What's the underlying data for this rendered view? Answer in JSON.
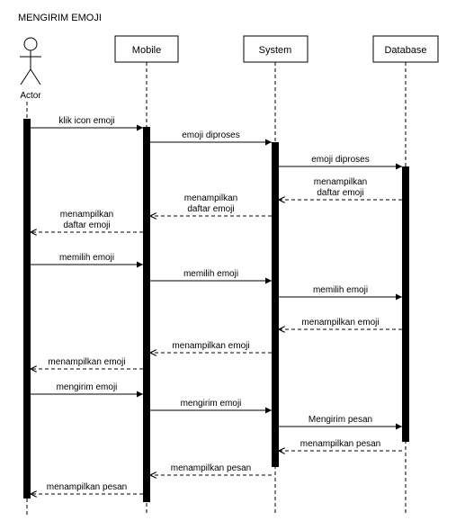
{
  "title": "MENGIRIM EMOJI",
  "actor": {
    "label": "Actor"
  },
  "participants": [
    {
      "id": "mobile",
      "label": "Mobile"
    },
    {
      "id": "system",
      "label": "System"
    },
    {
      "id": "database",
      "label": "Database"
    }
  ],
  "messages": [
    {
      "from": "actor",
      "to": "mobile",
      "kind": "sync",
      "lines": [
        "klik icon emoji"
      ]
    },
    {
      "from": "mobile",
      "to": "system",
      "kind": "sync",
      "lines": [
        "emoji diproses"
      ]
    },
    {
      "from": "system",
      "to": "database",
      "kind": "sync",
      "lines": [
        "emoji diproses"
      ]
    },
    {
      "from": "database",
      "to": "system",
      "kind": "return",
      "lines": [
        "menampilkan",
        "daftar emoji"
      ]
    },
    {
      "from": "system",
      "to": "mobile",
      "kind": "return",
      "lines": [
        "menampilkan",
        "daftar emoji"
      ]
    },
    {
      "from": "mobile",
      "to": "actor",
      "kind": "return",
      "lines": [
        "menampilkan",
        "daftar emoji"
      ]
    },
    {
      "from": "actor",
      "to": "mobile",
      "kind": "sync",
      "lines": [
        "memilih emoji"
      ]
    },
    {
      "from": "mobile",
      "to": "system",
      "kind": "sync",
      "lines": [
        "memilih emoji"
      ]
    },
    {
      "from": "system",
      "to": "database",
      "kind": "sync",
      "lines": [
        "memilih emoji"
      ]
    },
    {
      "from": "database",
      "to": "system",
      "kind": "return",
      "lines": [
        "menampilkan emoji"
      ]
    },
    {
      "from": "system",
      "to": "mobile",
      "kind": "return",
      "lines": [
        "menampilkan emoji"
      ]
    },
    {
      "from": "mobile",
      "to": "actor",
      "kind": "return",
      "lines": [
        "menampilkan emoji"
      ]
    },
    {
      "from": "actor",
      "to": "mobile",
      "kind": "sync",
      "lines": [
        "mengirim emoji"
      ]
    },
    {
      "from": "mobile",
      "to": "system",
      "kind": "sync",
      "lines": [
        "mengirim emoji"
      ]
    },
    {
      "from": "system",
      "to": "database",
      "kind": "sync",
      "lines": [
        "Mengirim pesan"
      ]
    },
    {
      "from": "database",
      "to": "system",
      "kind": "return",
      "lines": [
        "menampilkan pesan"
      ]
    },
    {
      "from": "system",
      "to": "mobile",
      "kind": "return",
      "lines": [
        "menampilkan pesan"
      ]
    },
    {
      "from": "mobile",
      "to": "actor",
      "kind": "return",
      "lines": [
        "menampilkan pesan"
      ]
    }
  ]
}
